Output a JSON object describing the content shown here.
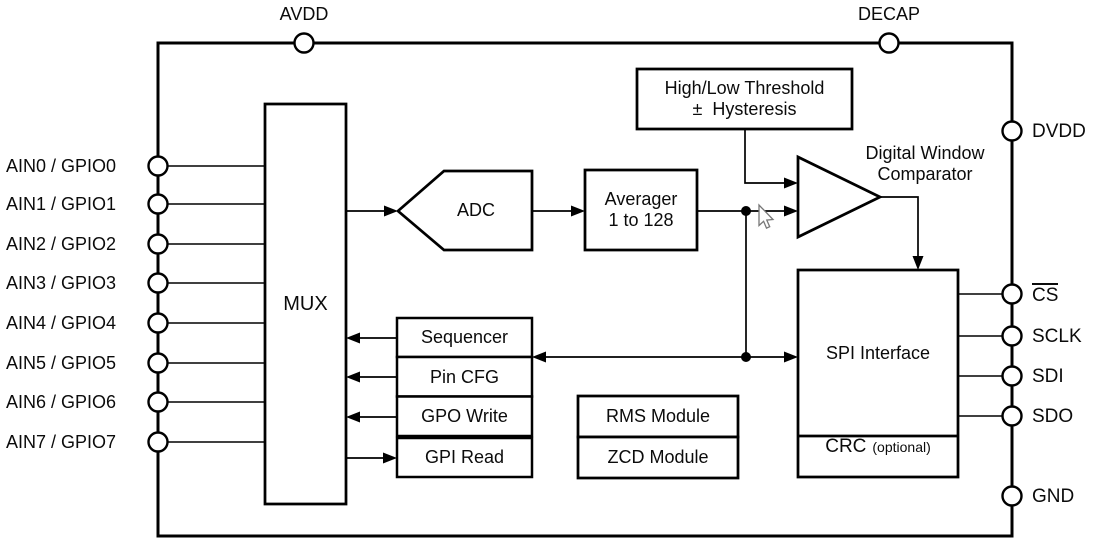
{
  "diagram": {
    "colors": {
      "ink": "#000000",
      "background": "#ffffff"
    },
    "top_pins": {
      "avdd": "AVDD",
      "decap": "DECAP"
    },
    "left_pins": [
      "AIN0 / GPIO0",
      "AIN1 / GPIO1",
      "AIN2 / GPIO2",
      "AIN3 / GPIO3",
      "AIN4 / GPIO4",
      "AIN5 / GPIO5",
      "AIN6 / GPIO6",
      "AIN7 / GPIO7"
    ],
    "right_pins": {
      "dvdd": "DVDD",
      "cs": "CS",
      "sclk": "SCLK",
      "sdi": "SDI",
      "sdo": "SDO",
      "gnd": "GND"
    },
    "blocks": {
      "mux": "MUX",
      "adc": "ADC",
      "averager_line1": "Averager",
      "averager_line2": "1 to 128",
      "threshold_line1": "High/Low Threshold",
      "threshold_line2": "±  Hysteresis",
      "comparator_line1": "Digital Window",
      "comparator_line2": "Comparator",
      "sequencer": "Sequencer",
      "pin_cfg": "Pin CFG",
      "gpo_write": "GPO Write",
      "gpi_read": "GPI Read",
      "rms": "RMS Module",
      "zcd": "ZCD Module",
      "spi": "SPI Interface",
      "crc": "CRC",
      "crc_suffix": "(optional)"
    }
  }
}
